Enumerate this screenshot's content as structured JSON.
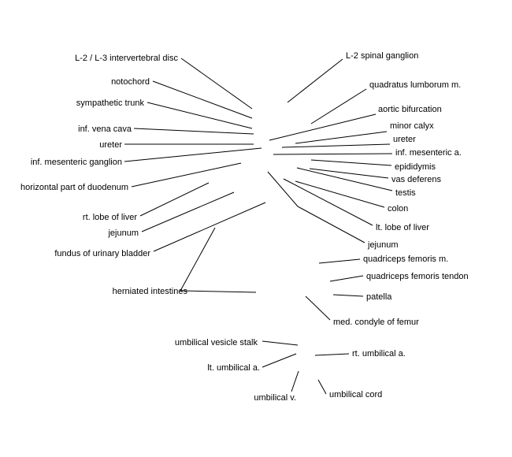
{
  "diagram": {
    "colors": {
      "line": "#000000",
      "text": "#000000",
      "background": "#ffffff"
    },
    "labels": [
      "L-2 / L-3 intervertebral disc",
      "notochord",
      "sympathetic trunk",
      "inf. vena cava",
      "ureter",
      "inf. mesenteric ganglion",
      "horizontal part of duodenum",
      "rt. lobe of liver",
      "jejunum",
      "fundus of urinary bladder",
      "herniated intestines",
      "L-2 spinal ganglion",
      "quadratus lumborum m.",
      "aortic bifurcation",
      "minor calyx",
      "ureter",
      "inf. mesenteric a.",
      "epididymis",
      "vas deferens",
      "testis",
      "colon",
      "lt. lobe of liver",
      "jejunum",
      "quadriceps femoris m.",
      "quadriceps femoris tendon",
      "patella",
      "med. condyle of femur",
      "umbilical vesicle stalk",
      "rt. umbilical a.",
      "lt. umbilical a.",
      "umbilical v.",
      "umbilical cord"
    ]
  }
}
